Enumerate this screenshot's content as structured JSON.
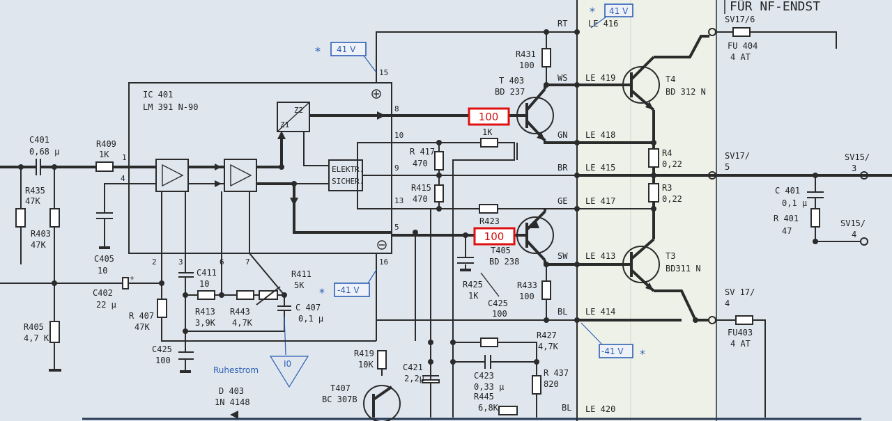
{
  "ic": {
    "ref": "IC 401",
    "part": "LM 391 N-90",
    "protection": [
      "ELEKTR.",
      "SICHER."
    ],
    "z1": "Z1",
    "z2": "Z2",
    "pins": [
      "1",
      "4",
      "8",
      "10",
      "9",
      "13",
      "5",
      "15",
      "16",
      "2",
      "3",
      "6",
      "7"
    ]
  },
  "header": {
    "nf": "FÜR NF-ENDST"
  },
  "supply": {
    "pos": "41 V",
    "neg": "-41 V",
    "star": "*"
  },
  "rails": {
    "rt": "RT",
    "ws": "WS",
    "gn": "GN",
    "br": "BR",
    "ge": "GE",
    "sw": "SW",
    "bl": "BL",
    "bl2": "BL"
  },
  "le": {
    "le416": "LE 416",
    "le419": "LE 419",
    "le418": "LE 418",
    "le415": "LE 415",
    "le417": "LE 417",
    "le413": "LE 413",
    "le414": "LE 414",
    "le420": "LE 420"
  },
  "sv": {
    "sv176": "SV17/6",
    "sv175a": "SV17/",
    "sv175b": "5",
    "sv174a": "SV 17/",
    "sv174b": "4",
    "sv153a": "SV15/",
    "sv153b": "3",
    "sv154a": "SV15/",
    "sv154b": "4"
  },
  "fuses": {
    "fu404": "FU 404",
    "fu404v": "4 AT",
    "fu403": "FU403",
    "fu403v": "4 AT"
  },
  "transistors": {
    "t403": "T 403",
    "t403p": "BD 237",
    "t405": "T405",
    "t405p": "BD 238",
    "t4": "T4",
    "t4p": "BD 312 N",
    "t3": "T3",
    "t3p": "BD311 N",
    "t407": "T407",
    "t407p": "BC 307B"
  },
  "resistors": {
    "r409": "R409",
    "r409v": "1K",
    "r435": "R435",
    "r435v": "47K",
    "r403": "R403",
    "r403v": "47K",
    "r405": "R405",
    "r405v": "4,7 K",
    "r407": "R 407",
    "r407v": "47K",
    "r413": "R413",
    "r413v": "3,9K",
    "r443": "R443",
    "r443v": "4,7K",
    "r411": "R411",
    "r411v": "5K",
    "r431": "R431",
    "r431v": "100",
    "r417": "R 417",
    "r417v": "470",
    "r415": "R415",
    "r415v": "470",
    "rfb": "1K",
    "r423": "R423",
    "r425": "R425",
    "r425v": "1K",
    "r433": "R433",
    "r433v": "100",
    "r4": "R4",
    "r4v": "0,22",
    "r3": "R3",
    "r3v": "0,22",
    "r427": "R427",
    "r427v": "4,7K",
    "r437": "R 437",
    "r437v": "820",
    "r419": "R419",
    "r419v": "10K",
    "r445": "R445",
    "r445v": "6,8K",
    "r401": "R 401",
    "r401v": "47"
  },
  "capacitors": {
    "c401": "C401",
    "c401v": "0,68 µ",
    "c405": "C405",
    "c405v": "10",
    "c402": "C402",
    "c402v": "22 µ",
    "c411": "C411",
    "c411v": "10",
    "c407": "C 407",
    "c407v": "0,1 µ",
    "c425a": "C425",
    "c425av": "100",
    "c425": "C425",
    "c425v": "100",
    "c421": "C421",
    "c421v": "2,2µ",
    "c423": "C423",
    "c423v": "0,33 µ",
    "c401b": "C 401",
    "c401bv": "0,1 µ"
  },
  "diode": {
    "d403": "D 403",
    "d403p": "1N 4148"
  },
  "ruhestrom": {
    "label": "Ruhestrom",
    "io": "I0"
  },
  "highlights": {
    "upper": "100",
    "lower": "100"
  }
}
